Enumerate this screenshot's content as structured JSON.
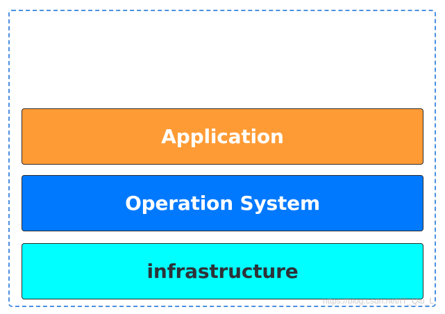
{
  "diagram": {
    "layers": {
      "application": {
        "label": "Application",
        "color": "#ff9b35"
      },
      "operation_system": {
        "label": "Operation System",
        "color": "#0079ff"
      },
      "infrastructure": {
        "label": "infrastructure",
        "color": "#00ffff"
      }
    },
    "frame_color": "#4a90e2"
  },
  "watermark": "https://blog.csdn.net/IT_Qiu_L"
}
